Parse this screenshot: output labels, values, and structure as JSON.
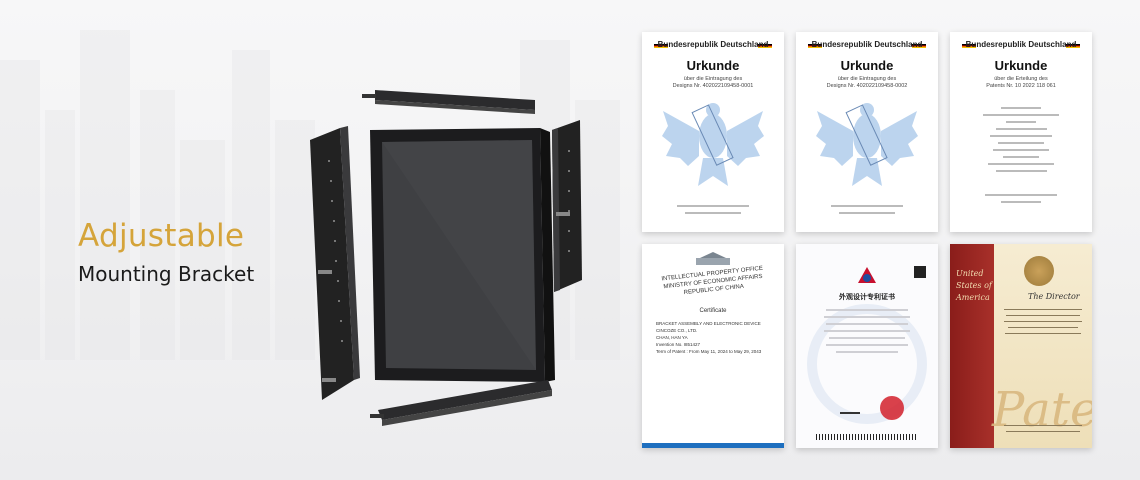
{
  "headline": {
    "line1": "Adjustable",
    "line2": "Mounting Bracket"
  },
  "german_certificates": [
    {
      "header": "Bundesrepublik Deutschland",
      "title": "Urkunde",
      "sub1": "über die Eintragung des",
      "sub2": "Designs Nr. 402022109458-0001"
    },
    {
      "header": "Bundesrepublik Deutschland",
      "title": "Urkunde",
      "sub1": "über die Eintragung des",
      "sub2": "Designs Nr. 402022109458-0002"
    },
    {
      "header": "Bundesrepublik Deutschland",
      "title": "Urkunde",
      "sub1": "über die Erteilung des",
      "sub2": "Patents Nr. 10 2022 118 061"
    }
  ],
  "taiwan_certificate": {
    "office1": "INTELLECTUAL PROPERTY OFFICE",
    "office2": "MINISTRY OF ECONOMIC AFFAIRS",
    "office3": "REPUBLIC OF CHINA",
    "heading": "Certificate",
    "invention": "BRACKET ASSEMBLY AND ELECTRONIC DEVICE",
    "patentee": "CINCOZE CO., LTD.",
    "inventor": "CHAN, HAN YA",
    "number": "Invention No. I851427",
    "term": "Term of Patent : From May 11, 2024 to May 29, 2043"
  },
  "china_certificate": {
    "title": "外观设计专利证书"
  },
  "us_certificate": {
    "title1": "United",
    "title2": "States of",
    "title3": "America",
    "director": "The Director",
    "patent_word": "Patent"
  },
  "colors": {
    "accent_gold": "#d5a43a",
    "text_dark": "#1b1b1b",
    "eagle_blue": "#bcd4ee"
  }
}
